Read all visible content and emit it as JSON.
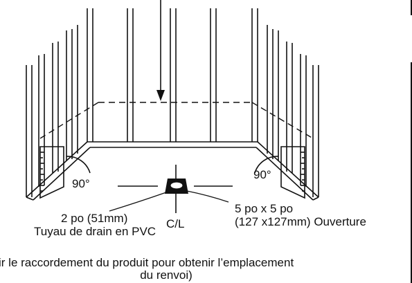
{
  "labels": {
    "angle_left": "90°",
    "angle_right": "90°",
    "drain_size": "2 po (51mm)",
    "drain_type": "Tuyau de drain en PVC",
    "centerline": "C/L",
    "opening_size": "5 po x 5 po",
    "opening_mm": "(127 x127mm) Ouverture",
    "note_line1": "ir le raccordement du produit pour obtenir l’emplacement",
    "note_line2": "du renvoi)"
  }
}
